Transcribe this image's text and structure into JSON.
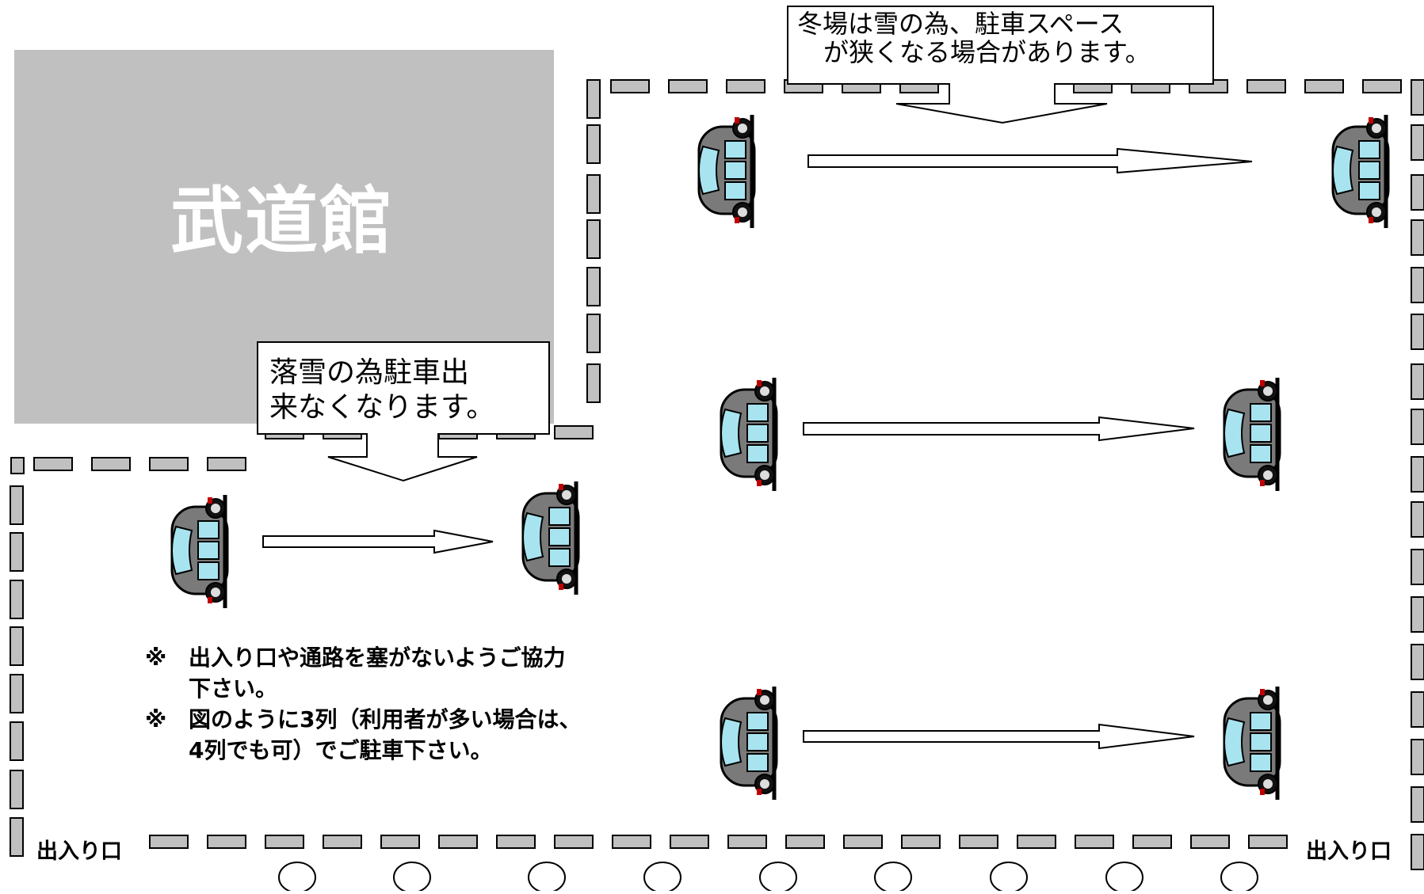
{
  "building": {
    "label": "武道館",
    "fill": "#c0c0c0"
  },
  "callouts": {
    "winter_snow": {
      "line1": "冬場は雪の為、駐車スペース",
      "line2": "が狭くなる場合があります。"
    },
    "falling_snow": {
      "line1": "落雪の為駐車出",
      "line2": "来なくなります。"
    }
  },
  "notes": [
    {
      "mark": "※",
      "text": "出入り口や通路を塞がないようご協力\n下さい。"
    },
    {
      "mark": "※",
      "text": "図のように3列（利用者が多い場合は、\n4列でも可）でご駐車下さい。"
    }
  ],
  "entrances": {
    "left": "出入り口",
    "right": "出入り口"
  },
  "colors": {
    "dash_fill": "#c0c0c0",
    "stroke": "#000000",
    "car_body": "#7a7a7a",
    "car_window": "#a8e4f0"
  },
  "icons": {
    "car": "car-icon",
    "arrow": "right-arrow-icon",
    "circle": "circle-marker-icon"
  }
}
